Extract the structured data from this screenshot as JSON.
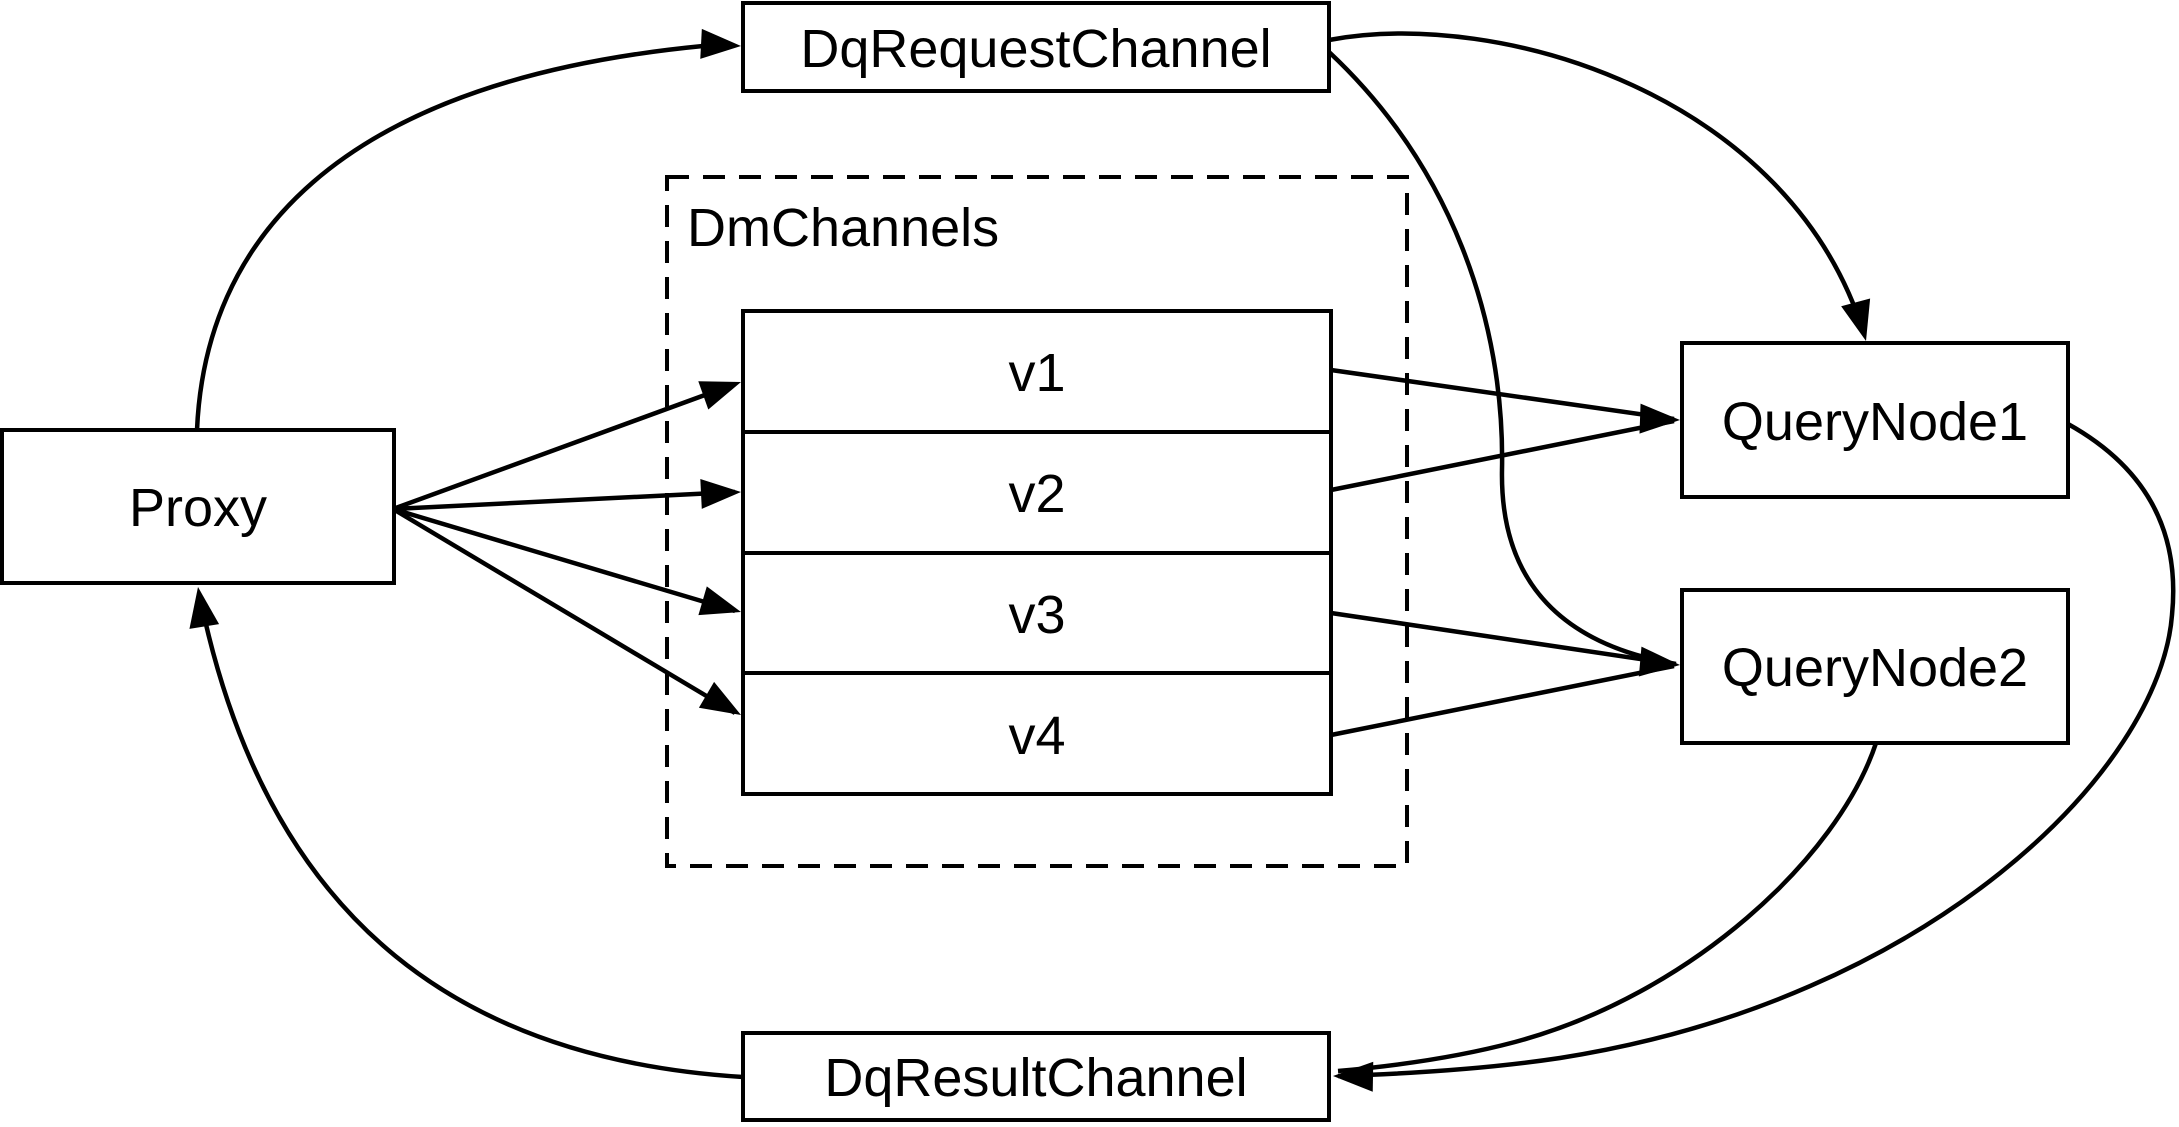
{
  "diagram": {
    "background_color": "#ffffff",
    "stroke_color": "#000000",
    "text_color": "#000000",
    "nodes": {
      "proxy": {
        "label": "Proxy"
      },
      "dq_request_channel": {
        "label": "DqRequestChannel"
      },
      "dm_channels": {
        "label": "DmChannels",
        "rows": [
          {
            "label": "v1"
          },
          {
            "label": "v2"
          },
          {
            "label": "v3"
          },
          {
            "label": "v4"
          }
        ]
      },
      "query_node1": {
        "label": "QueryNode1"
      },
      "query_node2": {
        "label": "QueryNode2"
      },
      "dq_result_channel": {
        "label": "DqResultChannel"
      }
    },
    "edges": [
      {
        "from": "proxy",
        "to": "dq_request_channel"
      },
      {
        "from": "proxy",
        "to": "v1"
      },
      {
        "from": "proxy",
        "to": "v2"
      },
      {
        "from": "proxy",
        "to": "v3"
      },
      {
        "from": "proxy",
        "to": "v4"
      },
      {
        "from": "v1",
        "to": "query_node1"
      },
      {
        "from": "v2",
        "to": "query_node1"
      },
      {
        "from": "v3",
        "to": "query_node2"
      },
      {
        "from": "v4",
        "to": "query_node2"
      },
      {
        "from": "dq_request_channel",
        "to": "query_node1"
      },
      {
        "from": "dq_request_channel",
        "to": "query_node2"
      },
      {
        "from": "query_node1",
        "to": "dq_result_channel"
      },
      {
        "from": "query_node2",
        "to": "dq_result_channel"
      },
      {
        "from": "dq_result_channel",
        "to": "proxy"
      }
    ]
  }
}
